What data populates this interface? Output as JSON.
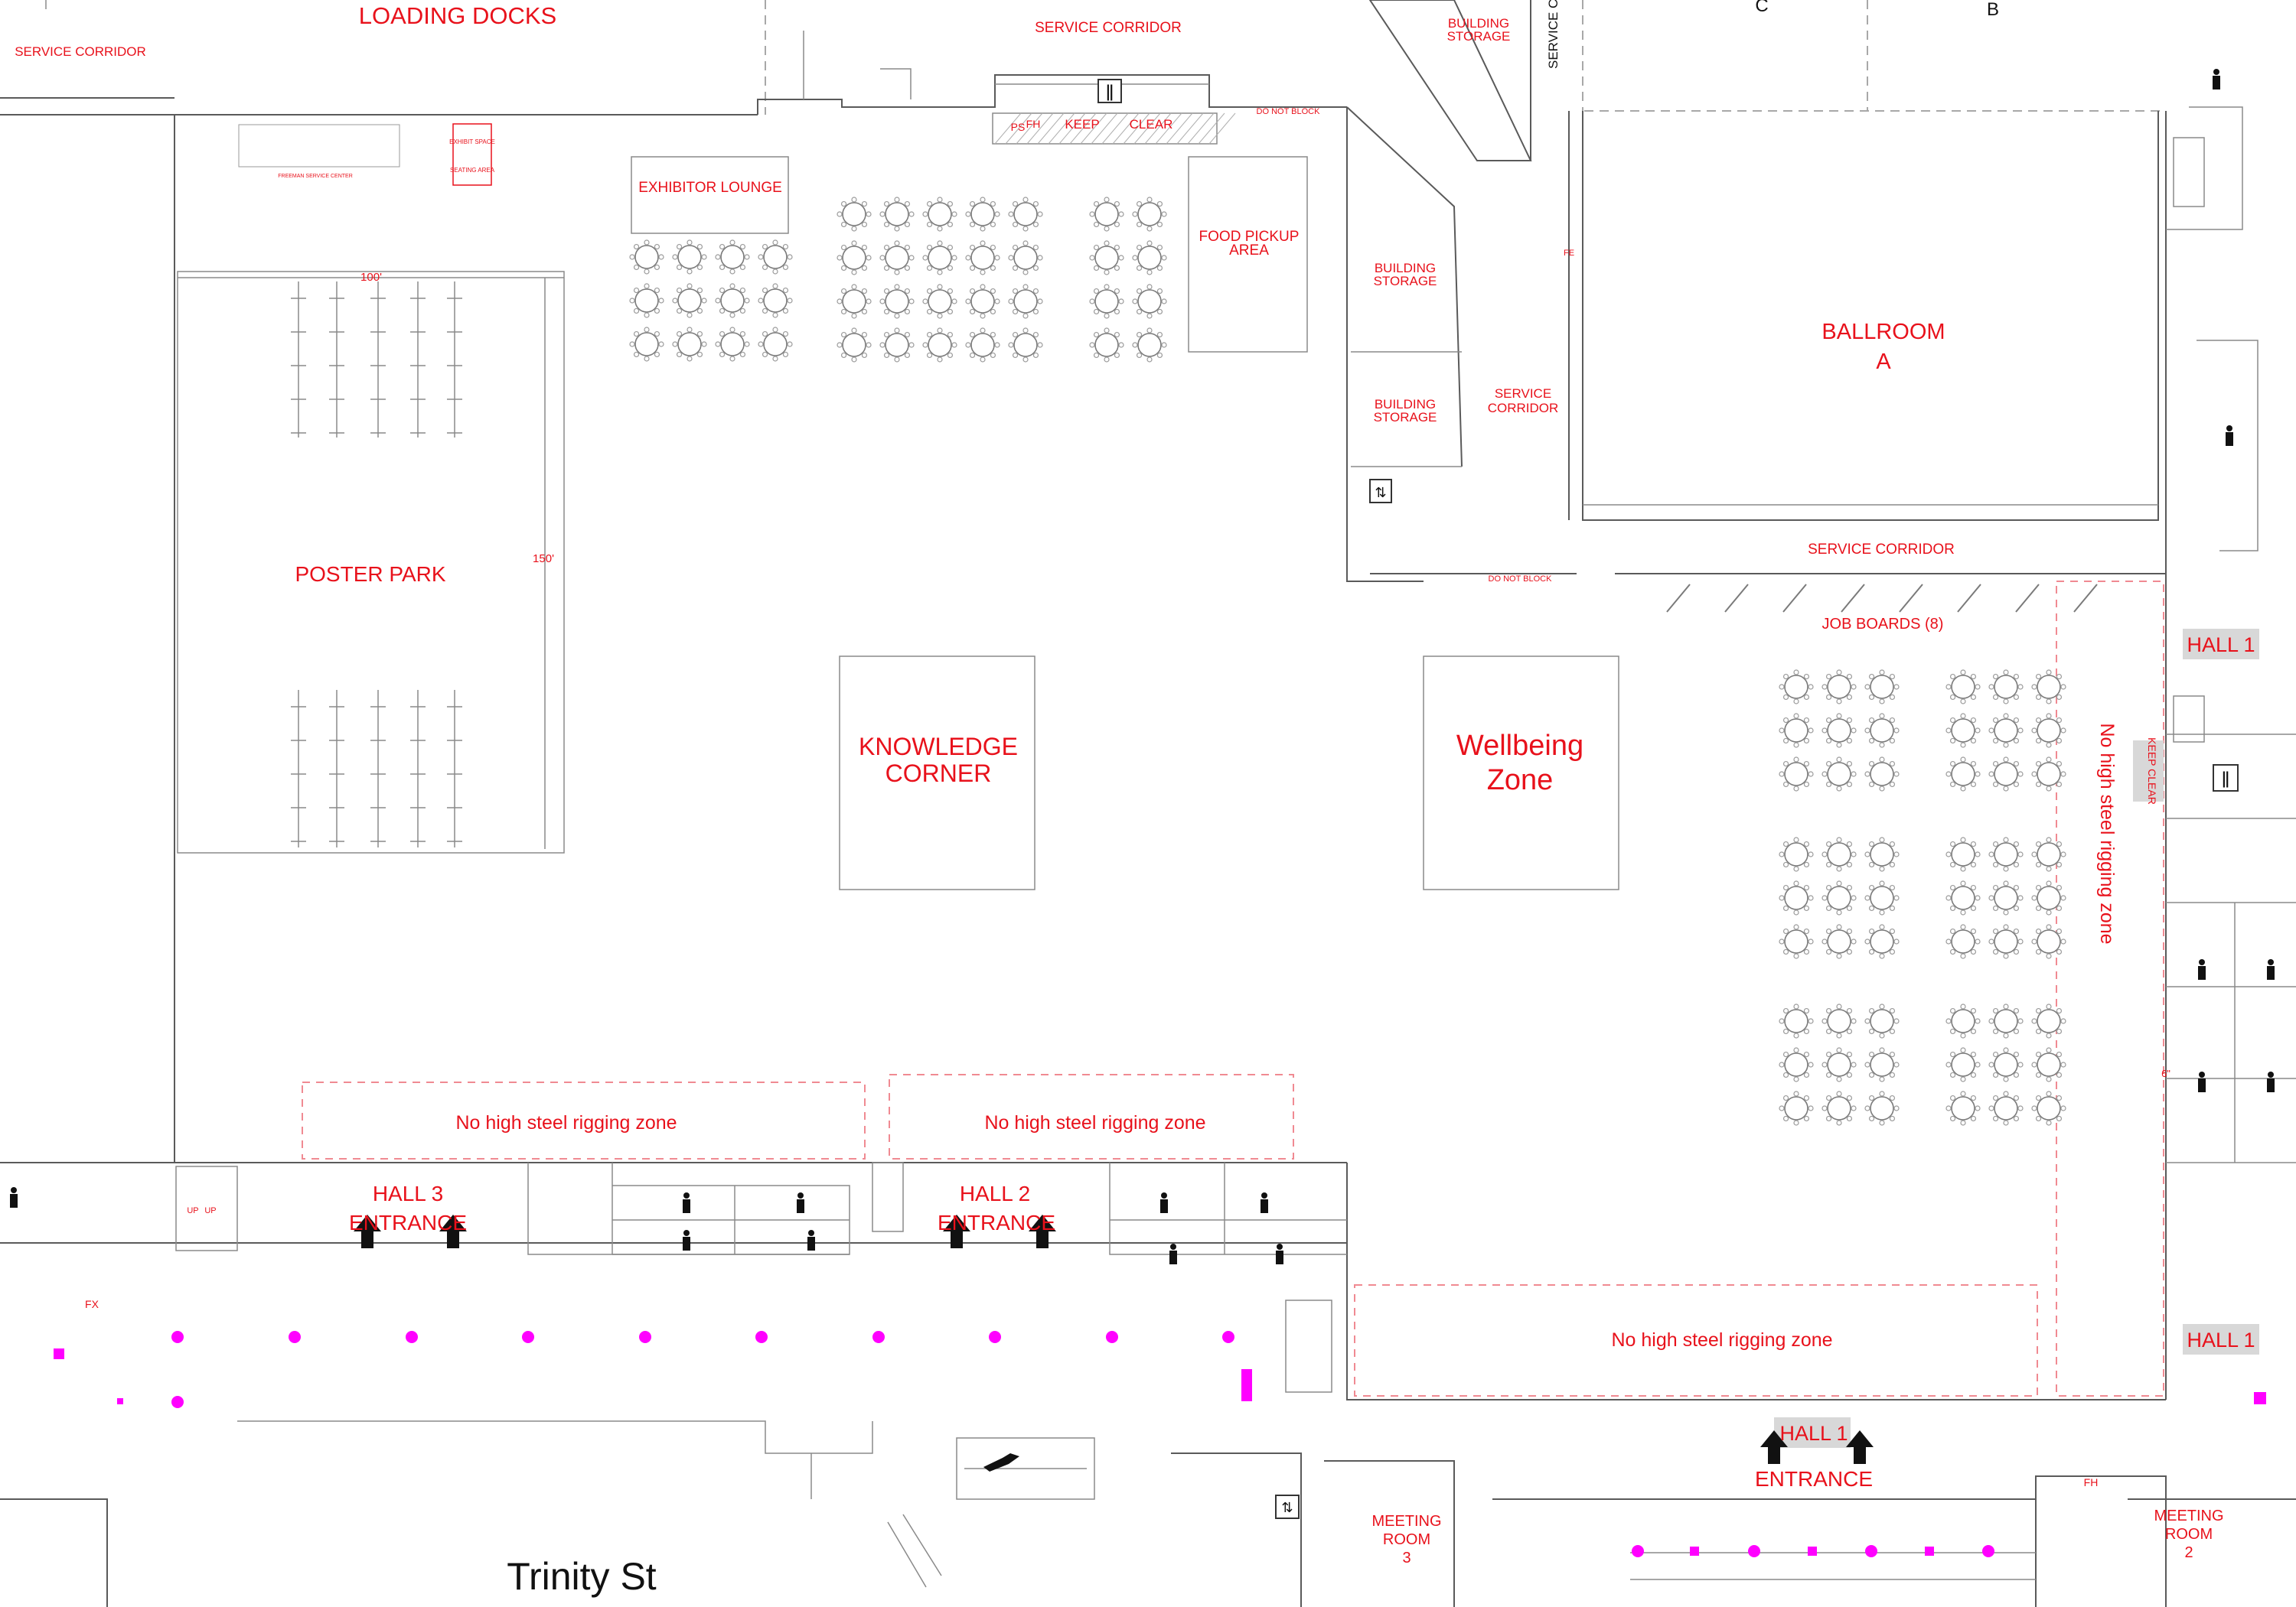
{
  "labels": {
    "loading_docks": "LOADING DOCKS",
    "service_corridor_left": "SERVICE CORRIDOR",
    "service_corridor_top": "SERVICE CORRIDOR",
    "building_storage_top": "BUILDING STORAGE",
    "service_vertical": "SERVICE C",
    "room_c": "C",
    "room_b": "B",
    "exhibitor_lounge": "EXHIBITOR LOUNGE",
    "food_pickup": "FOOD PICKUP AREA",
    "keep": "KEEP",
    "clear": "CLEAR",
    "ps": "PS",
    "fh_top": "FH",
    "do_not_block_1": "DO NOT BLOCK",
    "do_not_block_2": "DO NOT BLOCK",
    "building_storage_1": "BUILDING STORAGE",
    "building_storage_2": "BUILDING STORAGE",
    "service_corridor_mid": "SERVICE CORRIDOR",
    "fe": "FE",
    "ballroom": "BALLROOM A",
    "service_corridor_ballroom": "SERVICE CORRIDOR",
    "job_boards": "JOB BOARDS (8)",
    "dim_100": "100'",
    "dim_150": "150'",
    "poster_park": "POSTER PARK",
    "knowledge_corner": "KNOWLEDGE CORNER",
    "wellbeing_zone": "Wellbeing Zone",
    "no_rigging_1": "No high steel rigging zone",
    "no_rigging_2": "No high steel rigging zone",
    "no_rigging_3": "No high steel rigging zone",
    "no_rigging_vertical": "No high steel rigging zone",
    "hall3": "HALL 3",
    "hall3_entrance": "ENTRANCE",
    "hall2": "HALL 2",
    "hall2_entrance": "ENTRANCE",
    "hall1_upper": "HALL 1",
    "hall1_lower": "HALL 1",
    "hall1_bottom": "HALL 1",
    "hall1_entrance": "ENTRANCE",
    "keep_clear_side": "KEEP CLEAR",
    "fx": "FX",
    "fh_bottom": "FH",
    "six_inch": "6\"",
    "meeting_room_3": "MEETING ROOM 3",
    "meeting_room_2": "MEETING ROOM 2",
    "street": "Trinity St",
    "up1": "UP",
    "up2": "UP",
    "freeman_service": "FREEMAN SERVICE CENTER",
    "exhibit_space": "EXHIBIT SPACE",
    "seating_area": "SEATING AREA"
  },
  "legend_colors": {
    "label": "#e8111b",
    "column_marker": "#ff00ff",
    "wall": "#5a5a5a"
  },
  "icons": [
    "restroom-icon",
    "food-icon",
    "elevator-icon",
    "entrance-arrow-icon",
    "escalator-icon"
  ]
}
